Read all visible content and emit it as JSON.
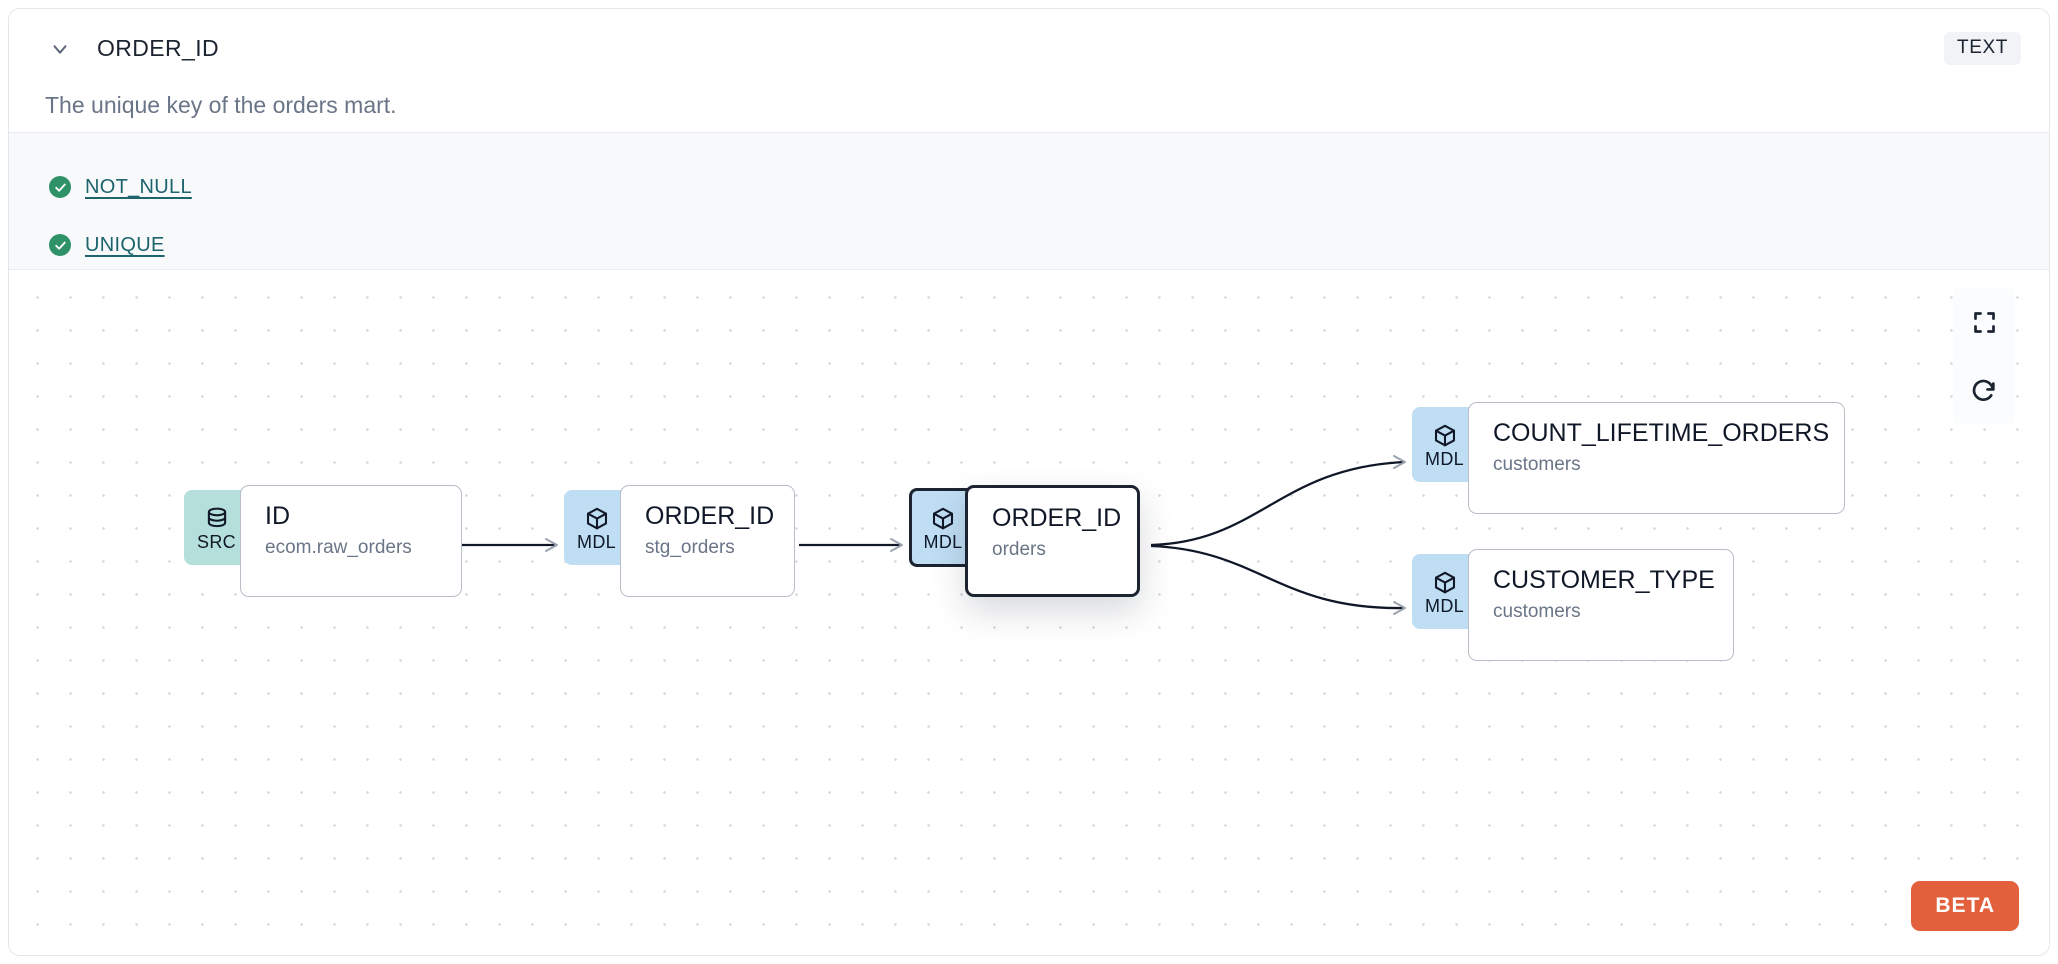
{
  "panel": {
    "header": {
      "collapse_icon": "chevron-down-icon",
      "title": "ORDER_ID",
      "type_badge": "TEXT",
      "description": "The unique key of the orders mart."
    },
    "tests": [
      {
        "icon": "check-circle-icon",
        "label": "NOT_NULL",
        "status_color": "#2f9168"
      },
      {
        "icon": "check-circle-icon",
        "label": "UNIQUE",
        "status_color": "#2f9168"
      }
    ],
    "lineage": {
      "nodes": [
        {
          "id": "src-id",
          "badge": "SRC",
          "badge_icon": "database-icon",
          "badge_color": "#b4dfda",
          "name": "ID",
          "sub": "ecom.raw_orders",
          "selected": false
        },
        {
          "id": "stg-order",
          "badge": "MDL",
          "badge_icon": "cube-icon",
          "badge_color": "#bfddf3",
          "name": "ORDER_ID",
          "sub": "stg_orders",
          "selected": false
        },
        {
          "id": "orders",
          "badge": "MDL",
          "badge_icon": "cube-icon",
          "badge_color": "#bfddf3",
          "name": "ORDER_ID",
          "sub": "orders",
          "selected": true
        },
        {
          "id": "count-orders",
          "badge": "MDL",
          "badge_icon": "cube-icon",
          "badge_color": "#bfddf3",
          "name": "COUNT_LIFETIME_ORDERS",
          "sub": "customers",
          "selected": false
        },
        {
          "id": "cust-type",
          "badge": "MDL",
          "badge_icon": "cube-icon",
          "badge_color": "#bfddf3",
          "name": "CUSTOMER_TYPE",
          "sub": "customers",
          "selected": false
        }
      ],
      "controls": [
        {
          "name": "fit-view-button",
          "icon": "fullscreen-icon"
        },
        {
          "name": "reset-button",
          "icon": "refresh-icon"
        }
      ],
      "beta_label": "BETA",
      "beta_color": "#e2613c"
    }
  }
}
